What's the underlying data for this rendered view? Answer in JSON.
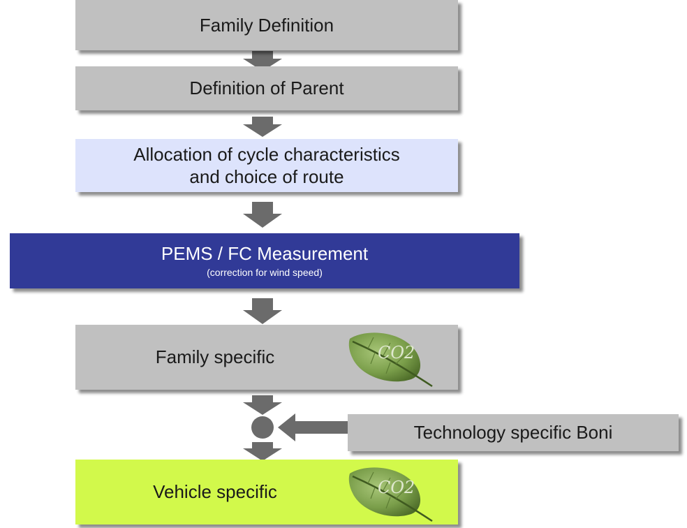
{
  "diagram": {
    "steps": {
      "family_definition": "Family Definition",
      "definition_of_parent": "Definition of Parent",
      "allocation_line1": "Allocation of cycle characteristics",
      "allocation_line2": "and choice of route",
      "pems_title": "PEMS / FC Measurement",
      "pems_subtitle": "(correction for wind speed)",
      "family_specific": "Family specific",
      "technology_boni": "Technology specific Boni",
      "vehicle_specific": "Vehicle specific"
    },
    "leaf_label": "CO2",
    "colors": {
      "grey_box": "#c0c0c0",
      "allocation_box": "#dde3fc",
      "pems_box": "#313a97",
      "vehicle_box": "#d2f94b",
      "arrow": "#6b6b6b",
      "leaf": "#7a9e4a"
    }
  }
}
